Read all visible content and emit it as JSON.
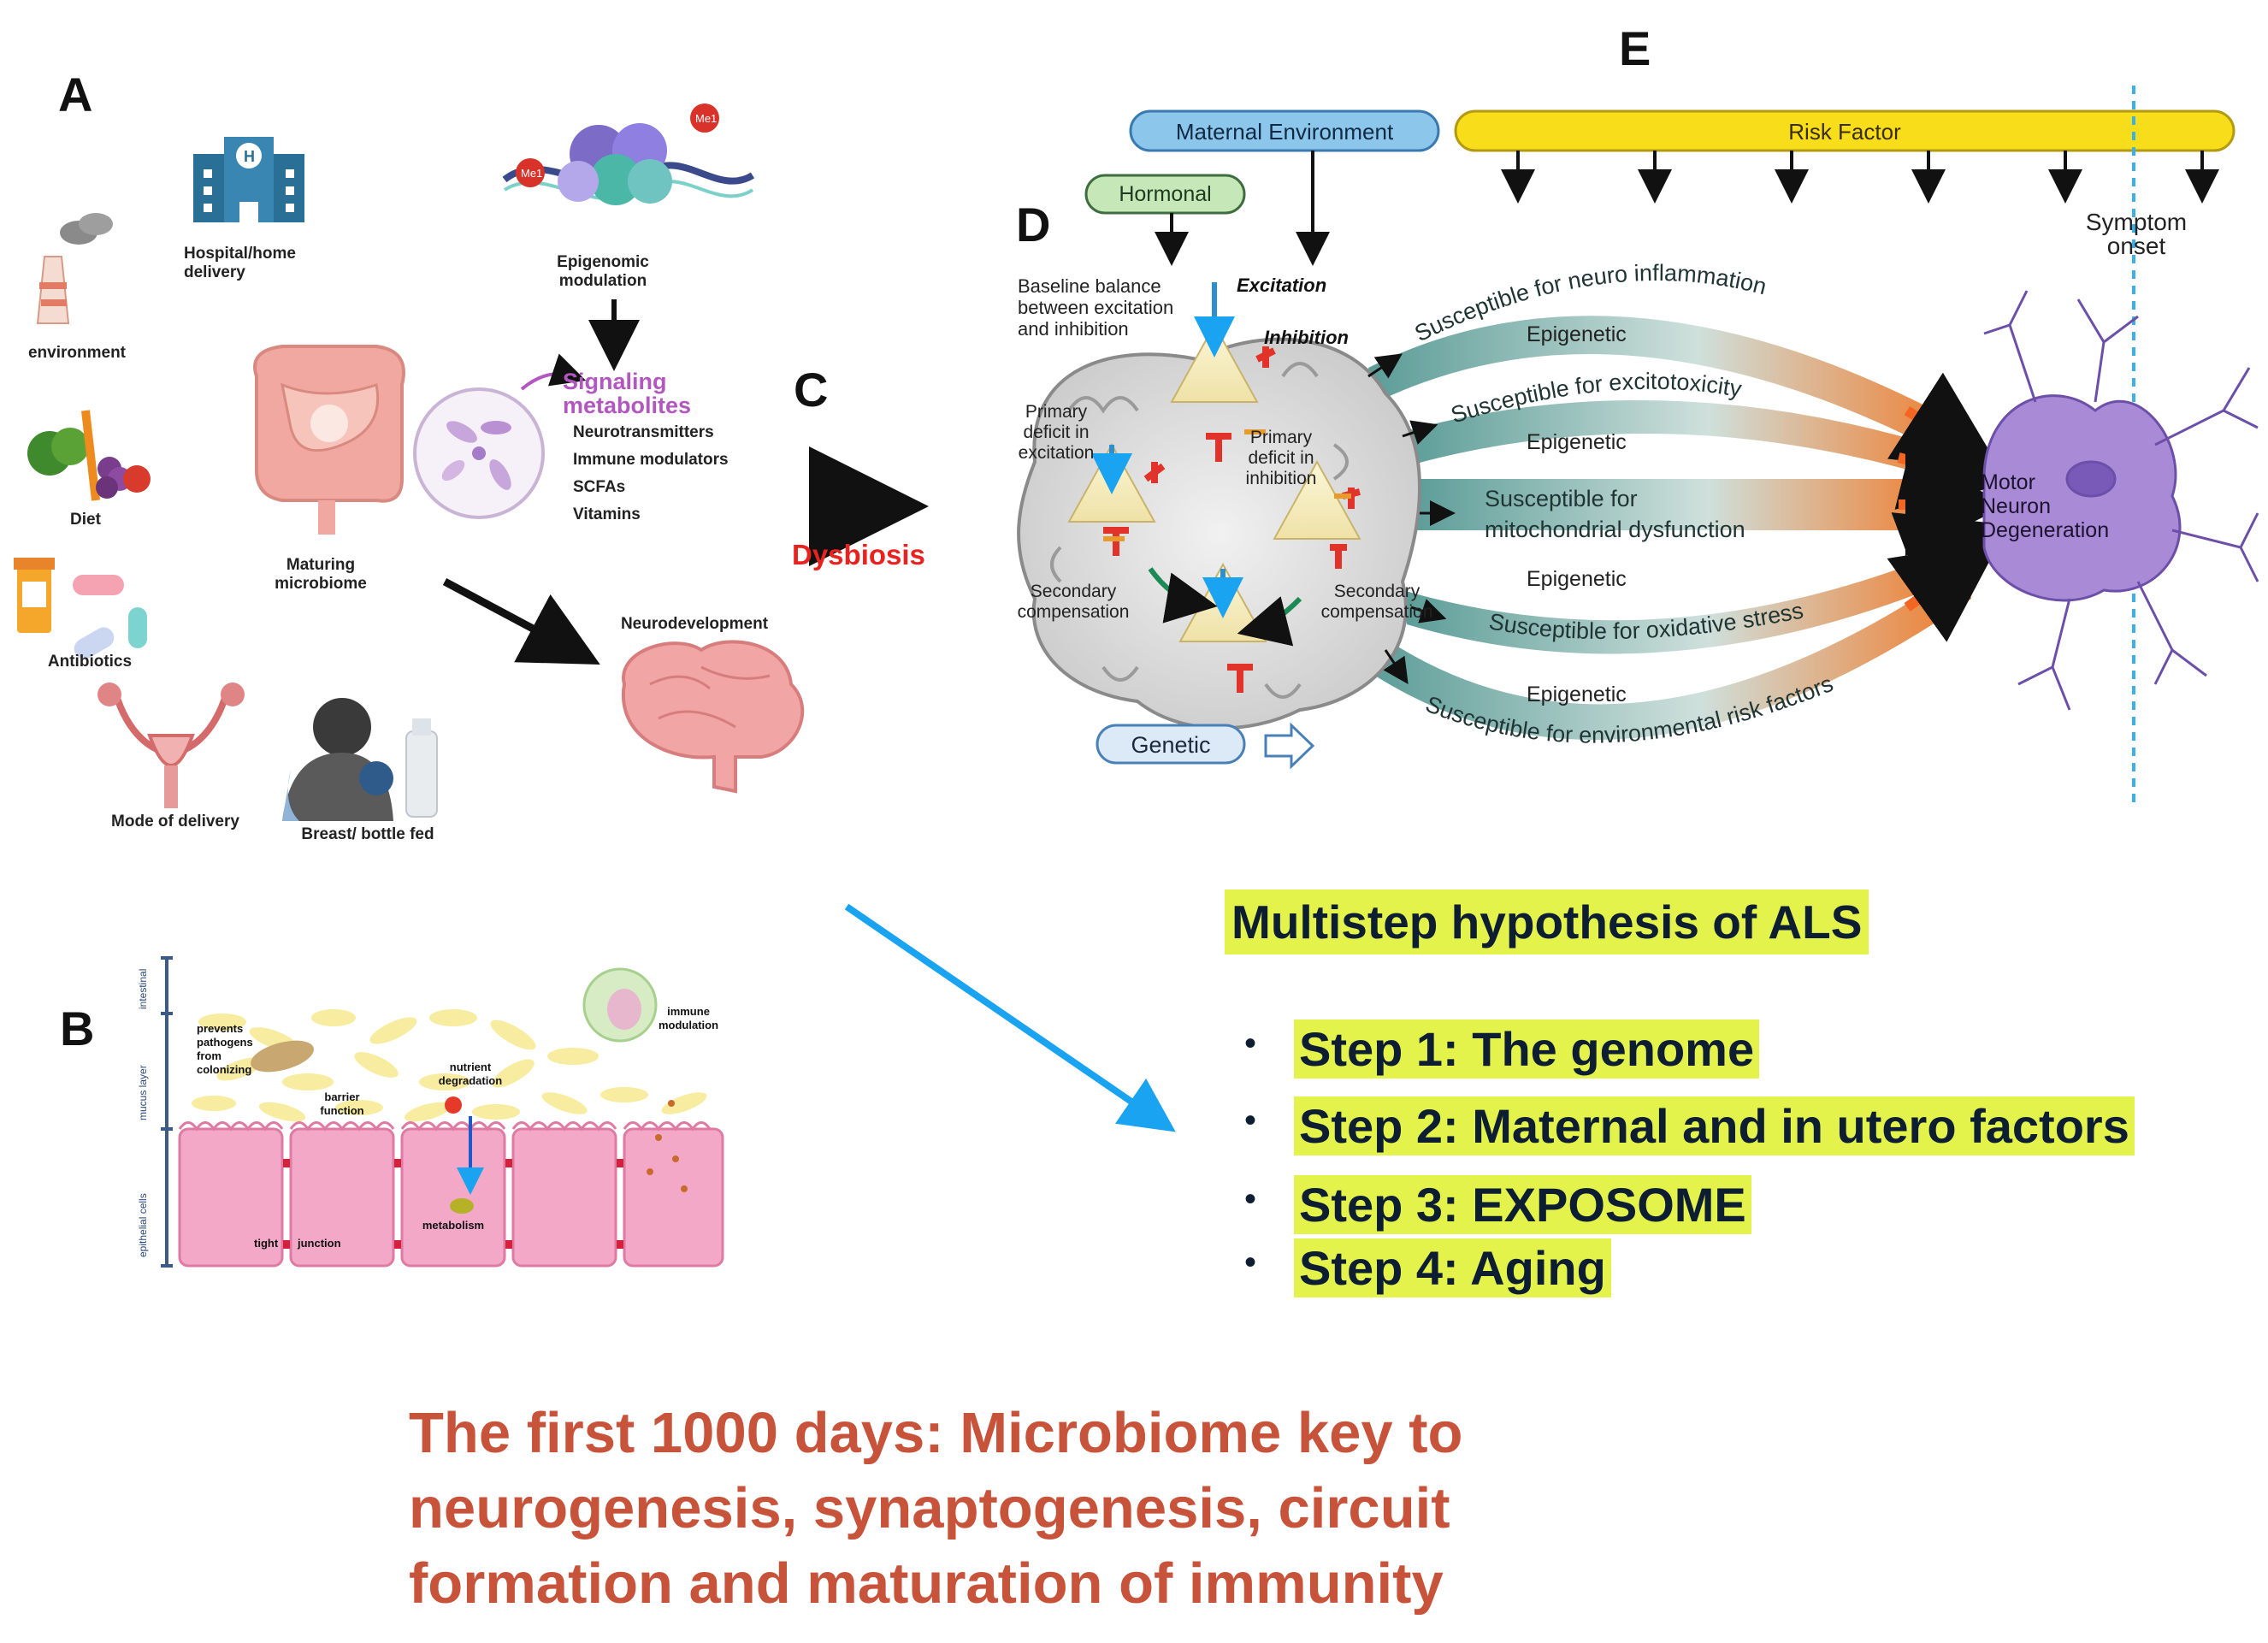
{
  "panels": {
    "a": "A",
    "b": "B",
    "c": "C",
    "d": "D",
    "e": "E"
  },
  "panel_a": {
    "environment": "environment",
    "hospital": "Hospital/home\ndelivery",
    "epigenomic": "Epigenomic\nmodulation",
    "me1_a": "Me1",
    "me1_b": "Me1",
    "diet": "Diet",
    "antibiotics": "Antibiotics",
    "maturing": "Maturing\nmicrobiome",
    "signaling_title": "Signaling\nmetabolites",
    "signaling_items": [
      "Neurotransmitters",
      "Immune modulators",
      "SCFAs",
      "Vitamins"
    ],
    "mode_of_delivery": "Mode of delivery",
    "breast_bottle": "Breast/ bottle fed",
    "neurodevelopment": "Neurodevelopment"
  },
  "panel_b": {
    "side_labels": [
      "intestinal",
      "mucus layer",
      "epithelial cells"
    ],
    "prevents": "prevents\npathogens\nfrom\ncolonizing",
    "barrier": "barrier\nfunction",
    "nutrient": "nutrient\ndegradation",
    "immune": "immune\nmodulation",
    "metabolism": "metabolism",
    "tight": "tight",
    "junction": "junction"
  },
  "panel_c": {
    "dysbiosis": "Dysbiosis"
  },
  "panel_e": {
    "maternal_env": "Maternal Environment",
    "risk_factor": "Risk Factor",
    "symptom_onset": "Symptom\nonset"
  },
  "panel_d": {
    "hormonal": "Hormonal",
    "baseline": "Baseline balance\nbetween excitation\nand inhibition",
    "excitation": "Excitation",
    "inhibition": "Inhibition",
    "primary_exc": "Primary\ndeficit in\nexcitation",
    "primary_inh": "Primary\ndeficit in\ninhibition",
    "secondary_left": "Secondary\ncompensation",
    "secondary_right": "Secondary\ncompensation",
    "genetic": "Genetic",
    "motor_neuron": "Motor\nNeuron\nDegeneration",
    "susceptibilities": [
      "Susceptible for neuro inflammation",
      "Susceptible for excitotoxicity",
      "Susceptible for\nmitochondrial dysfunction",
      "Susceptible for oxidative stress",
      "Susceptible for environmental risk factors"
    ],
    "epigenetic": [
      "Epigenetic",
      "Epigenetic",
      "Epigenetic",
      "Epigenetic"
    ]
  },
  "multistep": {
    "title": "Multistep hypothesis of ALS",
    "steps": [
      "Step 1: The genome",
      "Step 2: Maternal and in utero factors",
      "Step 3: EXPOSOME",
      "Step 4: Aging"
    ]
  },
  "bottom_text": "The first 1000 days: Microbiome key to\nneurogenesis, synaptogenesis, circuit\nformation and maturation of immunity",
  "colors": {
    "highlight": "#e4f24c",
    "bottom_text": "#c8533b",
    "dysbiosis": "#e8231f",
    "risk_bar": "#f7dd1a",
    "maternal_pill": "#8cc6ea",
    "hormonal_pill": "#c6e7b8",
    "blue_arrow": "#1aa3f0",
    "neuron": "#a88ad6"
  }
}
